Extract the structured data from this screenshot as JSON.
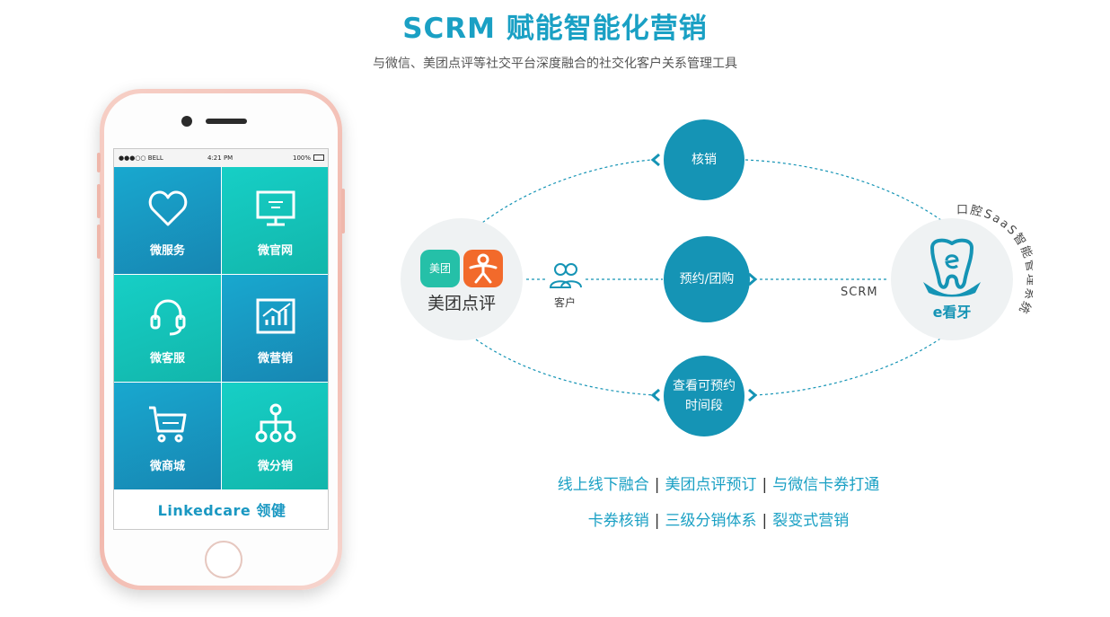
{
  "header": {
    "title": "SCRM 赋能智能化营销",
    "subtitle": "与微信、美团点评等社交平台深度融合的社交化客户关系管理工具"
  },
  "phone": {
    "status_carrier": "●●●○○ BELL",
    "status_time": "4:21 PM",
    "status_battery": "100%",
    "tiles": [
      {
        "label": "微服务",
        "icon": "heart-icon"
      },
      {
        "label": "微官网",
        "icon": "monitor-icon"
      },
      {
        "label": "微客服",
        "icon": "headset-icon"
      },
      {
        "label": "微营销",
        "icon": "chart-icon"
      },
      {
        "label": "微商城",
        "icon": "cart-icon"
      },
      {
        "label": "微分销",
        "icon": "network-icon"
      }
    ],
    "brand": "Linkedcare 领健"
  },
  "diagram": {
    "left_node": {
      "badge_meituan": "美团",
      "label": "美团点评"
    },
    "customer_label": "客户",
    "top_node": "核销",
    "middle_node": "预约/团购",
    "bottom_node_line1": "查看可预约",
    "bottom_node_line2": "时间段",
    "scrm_label": "SCRM",
    "right_node_brand": "e看牙",
    "arc_text": "口腔SaaS智能管理系统"
  },
  "features": {
    "row1": [
      "线上线下融合",
      "美团点评预订",
      "与微信卡券打通"
    ],
    "row2": [
      "卡券核销",
      "三级分销体系",
      "裂变式营销"
    ]
  },
  "colors": {
    "primary": "#1594b5",
    "accent_text": "#1aa0c4",
    "tile_blue": "#1786b2",
    "tile_teal": "#12b6ab"
  }
}
